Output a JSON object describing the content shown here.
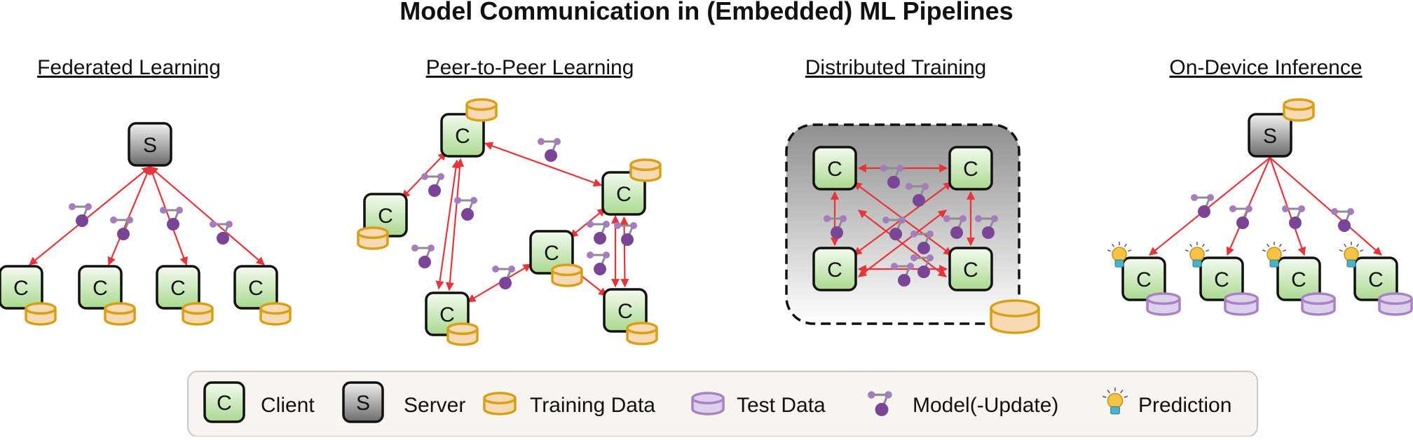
{
  "title": "Model Communication in (Embedded) ML Pipelines",
  "panels": [
    {
      "heading": "Federated Learning"
    },
    {
      "heading": "Peer-to-Peer Learning"
    },
    {
      "heading": "Distributed Training"
    },
    {
      "heading": "On-Device Inference"
    }
  ],
  "node_labels": {
    "client": "C",
    "server": "S"
  },
  "legend": {
    "client": "Client",
    "server": "Server",
    "training_data": "Training Data",
    "test_data": "Test Data",
    "model": "Model(-Update)",
    "prediction": "Prediction"
  },
  "colors": {
    "arrow": "#e8333a",
    "client_fill_top": "#f4fbf0",
    "client_fill_bottom": "#a9d98f",
    "server_fill_top": "#f2f2f2",
    "server_fill_bottom": "#6b6b6b",
    "training_data": "#f7d9b3",
    "training_data_stroke": "#d9a016",
    "test_data": "#ddd0ea",
    "test_data_stroke": "#a882c4",
    "model": "#7b4597",
    "model_light": "#a57cbd",
    "bulb": "#f6c445"
  }
}
